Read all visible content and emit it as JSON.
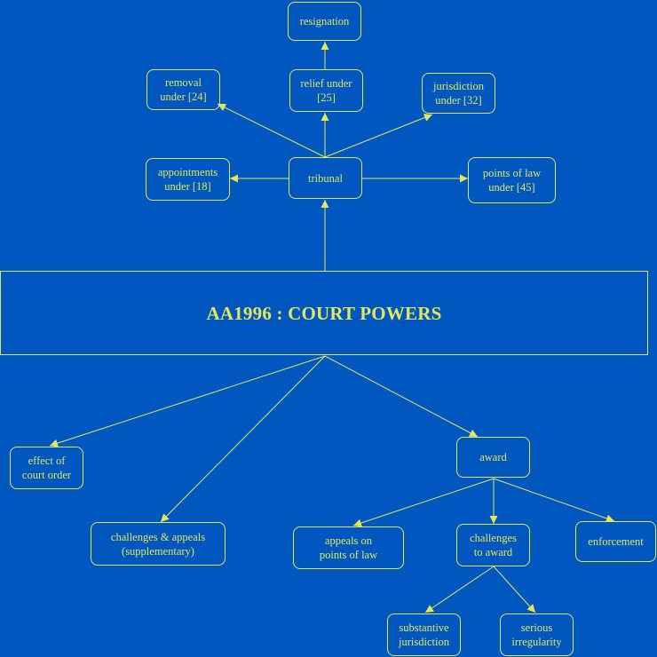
{
  "title": "AA1996 : COURT POWERS",
  "nodes": {
    "resignation": "resignation",
    "removal": "removal\nunder [24]",
    "relief": "relief under\n[25]",
    "jurisdiction": "jurisdiction\nunder [32]",
    "appointments": "appointments\nunder [18]",
    "tribunal": "tribunal",
    "points_of_law": "points of law\nunder [45]",
    "effect": "effect of\ncourt order",
    "award": "award",
    "challenges_appeals": "challenges & appeals\n(supplementary)",
    "appeals_points": "appeals on\npoints of law",
    "challenges_award": "challenges\nto award",
    "enforcement": "enforcement",
    "substantive": "substantive\njurisdiction",
    "serious": "serious\nirregularity"
  },
  "colors": {
    "background": "#0057c0",
    "foreground": "#e6e65a"
  }
}
